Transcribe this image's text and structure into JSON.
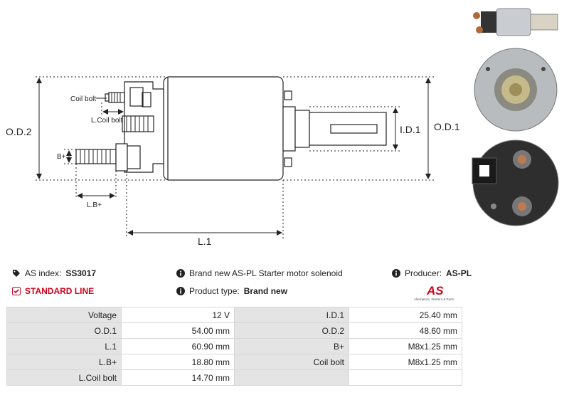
{
  "drawing": {
    "od1": "O.D.1",
    "od2": "O.D.2",
    "id1": "I.D.1",
    "coil_bolt": "Coil bolt",
    "l_coil_bolt": "L.Coil bolt",
    "b_plus": "B+",
    "lb_plus": "L.B+",
    "l1": "L.1"
  },
  "info": {
    "as_index_label": "AS index:",
    "as_index_value": "SS3017",
    "line": "STANDARD LINE",
    "description": "Brand new AS-PL Starter motor solenoid",
    "product_type_label": "Product type:",
    "product_type_value": "Brand new",
    "producer_label": "Producer:",
    "producer_value": "AS-PL",
    "logo_text": "AS",
    "logo_sub": "Alternators, Starters & Parts"
  },
  "specs": [
    {
      "k1": "Voltage",
      "v1": "12 V",
      "k2": "I.D.1",
      "v2": "25.40 mm"
    },
    {
      "k1": "O.D.1",
      "v1": "54.00 mm",
      "k2": "O.D.2",
      "v2": "48.60 mm"
    },
    {
      "k1": "L.1",
      "v1": "60.90 mm",
      "k2": "B+",
      "v2": "M8x1.25 mm"
    },
    {
      "k1": "L.B+",
      "v1": "18.80 mm",
      "k2": "Coil bolt",
      "v2": "M8x1.25 mm"
    },
    {
      "k1": "L.Coil bolt",
      "v1": "14.70 mm",
      "k2": "",
      "v2": ""
    }
  ],
  "colors": {
    "accent": "#d0021b",
    "grid_header": "#e4e4e4"
  }
}
